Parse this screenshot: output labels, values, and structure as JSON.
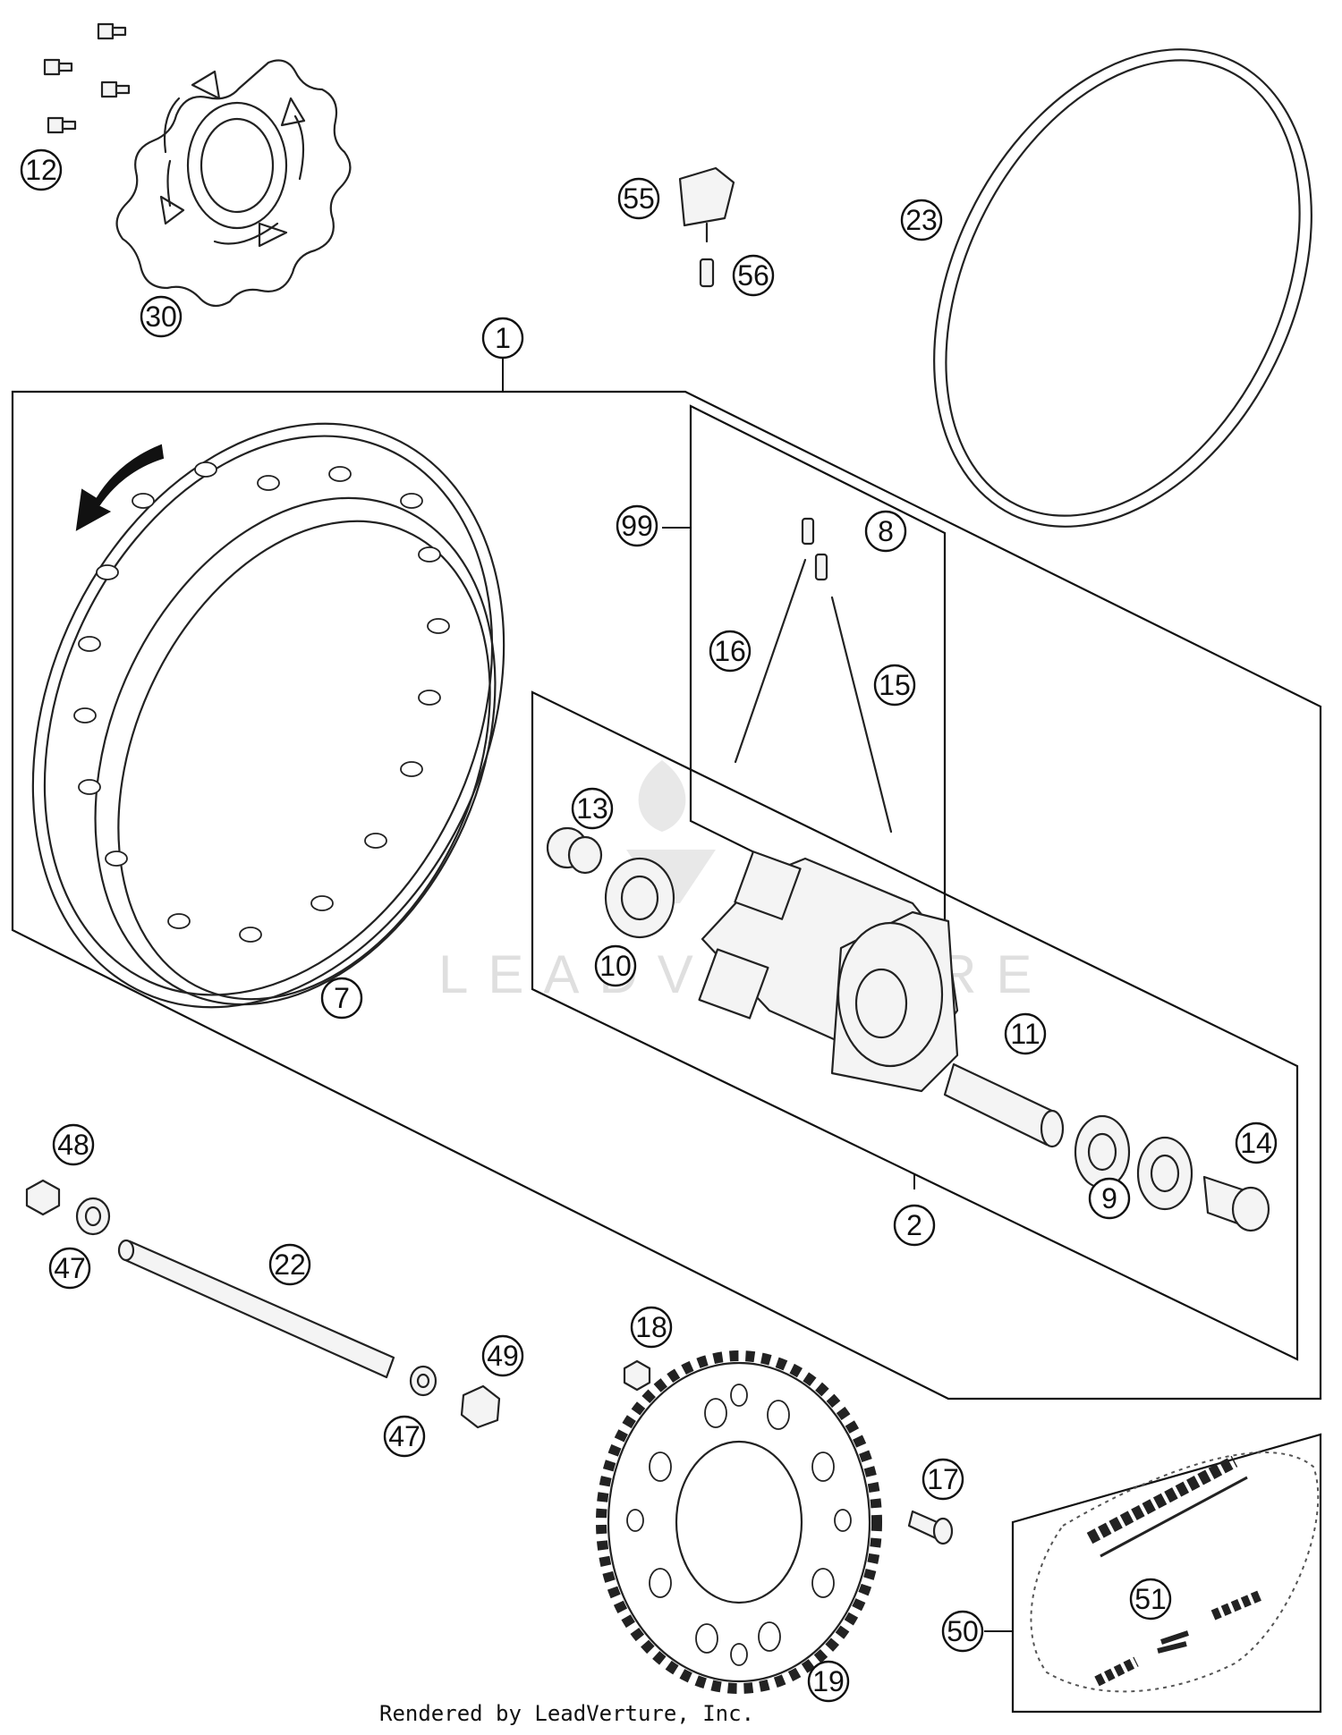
{
  "diagram": {
    "callouts": {
      "c1": "1",
      "c2": "2",
      "c7": "7",
      "c8": "8",
      "c9": "9",
      "c10": "10",
      "c11": "11",
      "c12": "12",
      "c13": "13",
      "c14": "14",
      "c15": "15",
      "c16": "16",
      "c17": "17",
      "c18": "18",
      "c19": "19",
      "c22": "22",
      "c23": "23",
      "c30": "30",
      "c47a": "47",
      "c47b": "47",
      "c48": "48",
      "c49": "49",
      "c50": "50",
      "c51": "51",
      "c55": "55",
      "c56": "56",
      "c99": "99"
    },
    "rotation_arrow_icon": "curved-arrow-icon",
    "watermark": "LEADVENTURE",
    "footer": "Rendered by LeadVerture, Inc."
  }
}
